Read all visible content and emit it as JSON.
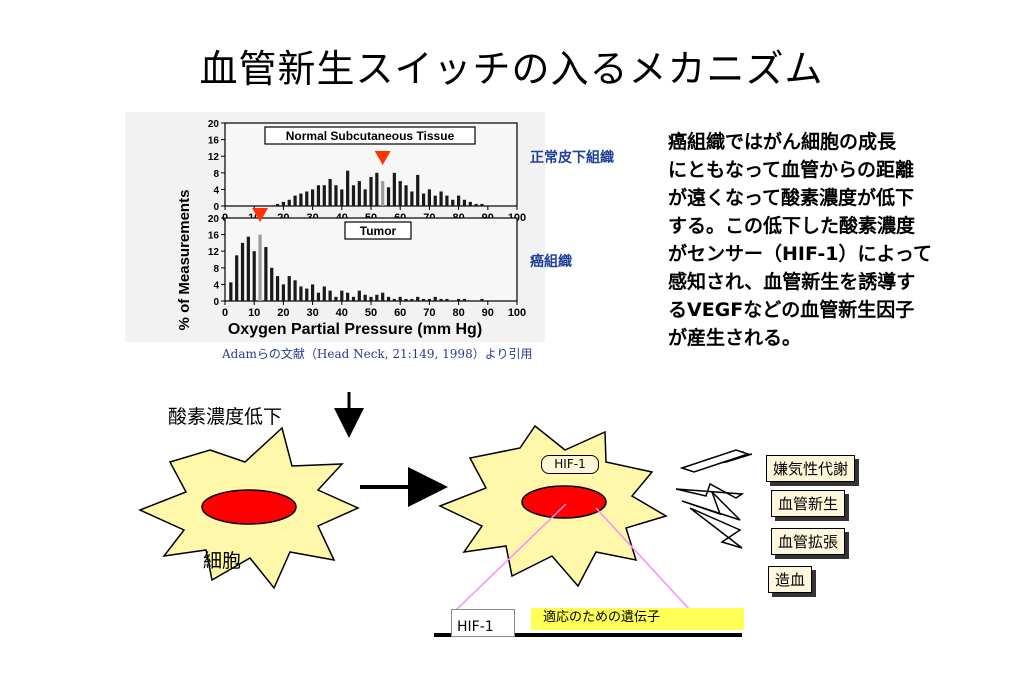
{
  "title": "血管新生スイッチの入るメカニズム",
  "figure": {
    "labels": {
      "normal": "正常皮下組織",
      "tumor": "癌組織"
    },
    "citation": "Adamらの文献（Head Neck, 21:149, 1998）より引用"
  },
  "chart_data": [
    {
      "type": "bar",
      "title": "Normal Subcutaneous Tissue",
      "xlabel": "Oxygen Partial Pressure (mm Hg)",
      "ylabel": "% of Measurements",
      "xlim": [
        0,
        100
      ],
      "ylim": [
        0,
        20
      ],
      "xticks": [
        0,
        10,
        20,
        30,
        40,
        50,
        60,
        70,
        80,
        90,
        100
      ],
      "yticks": [
        0,
        4,
        8,
        12,
        16,
        20
      ],
      "x": [
        2,
        4,
        6,
        8,
        10,
        12,
        14,
        16,
        18,
        20,
        22,
        24,
        26,
        28,
        30,
        32,
        34,
        36,
        38,
        40,
        42,
        44,
        46,
        48,
        50,
        52,
        54,
        56,
        58,
        60,
        62,
        64,
        66,
        68,
        70,
        72,
        74,
        76,
        78,
        80,
        82,
        84,
        86,
        88
      ],
      "values": [
        0,
        0,
        0,
        0,
        0,
        0,
        0,
        0,
        0.5,
        1,
        1.5,
        2.5,
        3,
        3.5,
        4,
        5,
        5,
        6.5,
        5,
        4,
        8.5,
        5,
        6,
        4,
        7,
        8,
        6,
        4.5,
        8,
        6,
        5,
        3.5,
        7.5,
        3,
        4,
        2.5,
        3.5,
        2.5,
        1.5,
        2.5,
        1.5,
        1,
        0.5,
        0.5
      ],
      "hatched_x": [
        54
      ],
      "marker_x": 54
    },
    {
      "type": "bar",
      "title": "Tumor",
      "xlabel": "Oxygen Partial Pressure (mm Hg)",
      "ylabel": "% of Measurements",
      "xlim": [
        0,
        100
      ],
      "ylim": [
        0,
        20
      ],
      "xticks": [
        0,
        10,
        20,
        30,
        40,
        50,
        60,
        70,
        80,
        90,
        100
      ],
      "yticks": [
        0,
        4,
        8,
        12,
        16,
        20
      ],
      "x": [
        2,
        4,
        6,
        8,
        10,
        12,
        14,
        16,
        18,
        20,
        22,
        24,
        26,
        28,
        30,
        32,
        34,
        36,
        38,
        40,
        42,
        44,
        46,
        48,
        50,
        52,
        54,
        56,
        58,
        60,
        62,
        64,
        66,
        68,
        70,
        72,
        74,
        76,
        78,
        80,
        82,
        84,
        86,
        88
      ],
      "values": [
        4.5,
        11,
        14,
        15.5,
        12,
        16,
        13,
        8,
        6,
        4,
        6,
        5,
        3.5,
        3,
        4,
        2,
        3.5,
        2.5,
        1,
        2.5,
        2,
        1,
        2.5,
        1.5,
        1,
        1.5,
        2,
        1,
        0.5,
        1,
        0.5,
        0.5,
        1,
        0.5,
        0.5,
        1,
        0.5,
        0.5,
        0,
        0.5,
        0.5,
        0,
        0,
        0.5
      ],
      "hatched_x": [
        12
      ],
      "marker_x": 12
    }
  ],
  "description": [
    "癌組織ではがん細胞の成長",
    "にともなって血管からの距離",
    "が遠くなって酸素濃度が低下",
    "する。この低下した酸素濃度",
    "がセンサー（HIF-1）によって",
    "感知され、血管新生を誘導す",
    "るVEGFなどの血管新生因子",
    "が産生される。"
  ],
  "diagram": {
    "low_oxygen": "酸素濃度低下",
    "cell_label": "細胞",
    "hif_tag": "HIF-1",
    "gene_box": "HIF-1",
    "adaptive_genes": "適応のための遺伝子",
    "outcomes": [
      "嫌気性代謝",
      "血管新生",
      "血管拡張",
      "造血"
    ],
    "colors": {
      "cell": "#fff8aa",
      "nucleus": "#ff0000",
      "marker": "#ff3300",
      "connector": "#ff88ff",
      "highlight": "#ffff55"
    }
  }
}
